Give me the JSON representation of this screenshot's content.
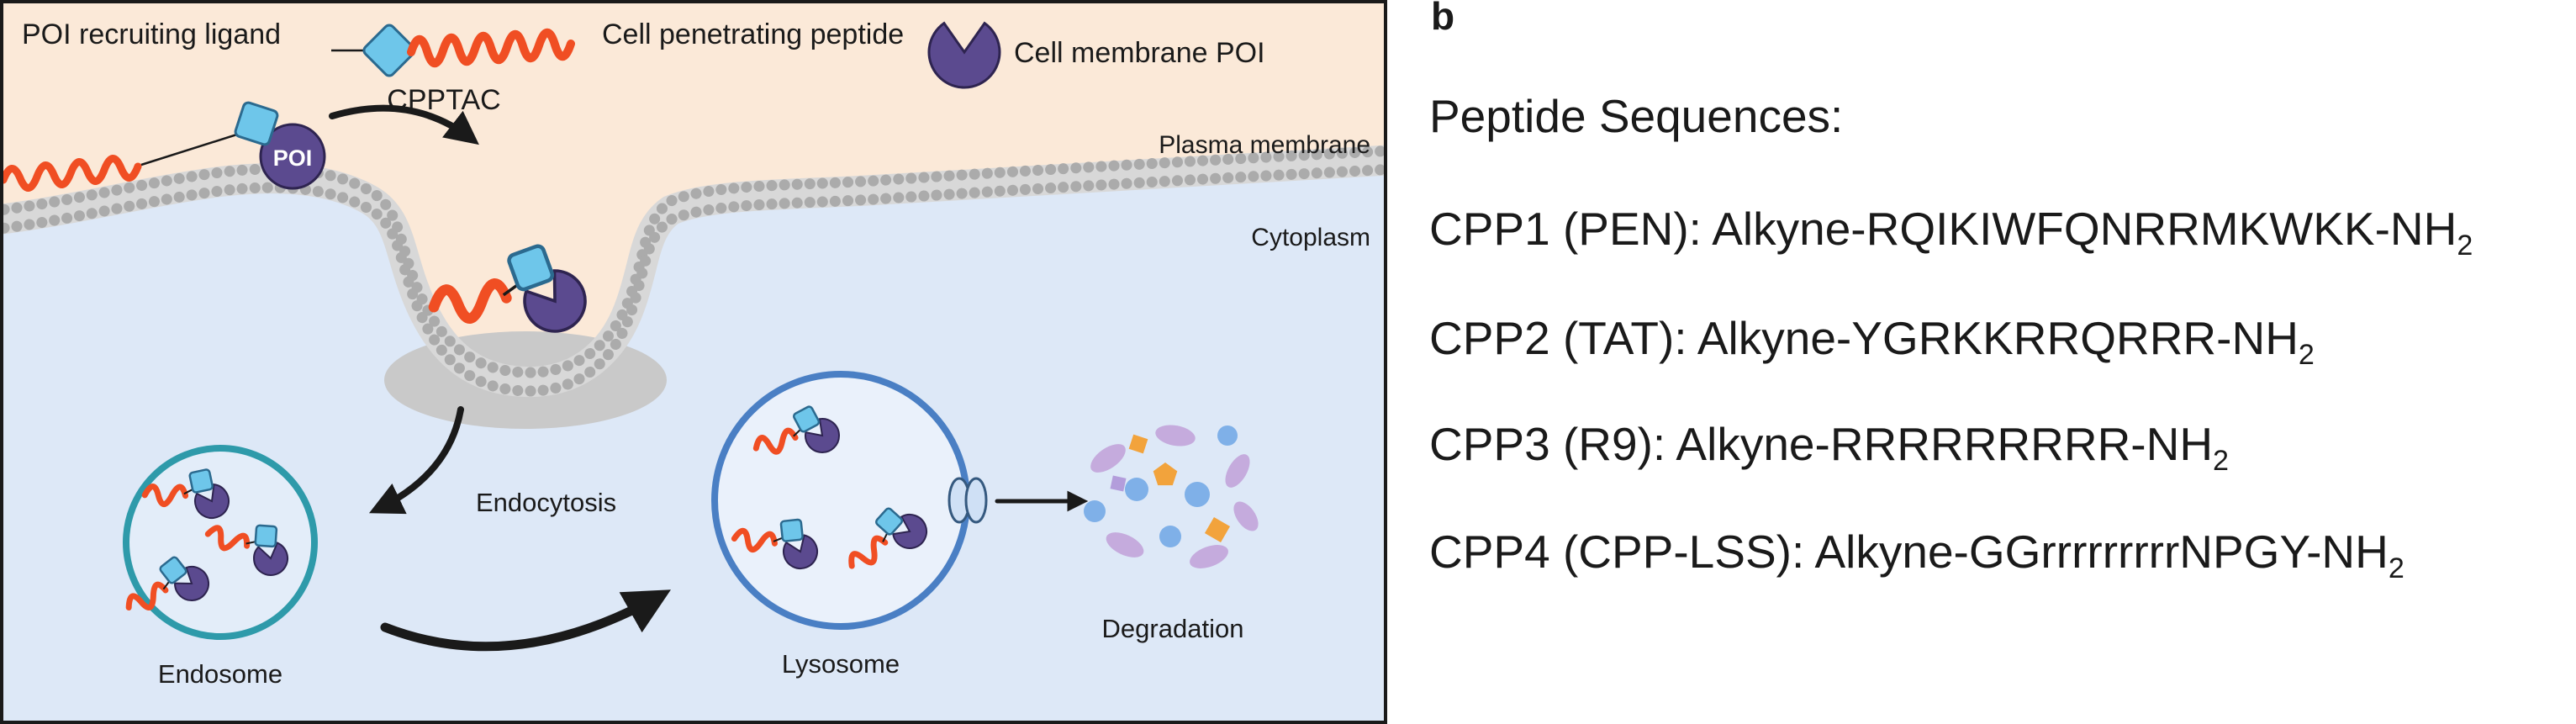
{
  "figure": {
    "panel_a": {
      "legend": {
        "ligand_label": "POI recruiting ligand",
        "cpp_label": "Cell penetrating peptide",
        "construct_label": "CPPTAC",
        "poi_label": "Cell membrane POI"
      },
      "labels": {
        "plasma_membrane": "Plasma membrane",
        "cytoplasm": "Cytoplasm",
        "endocytosis": "Endocytosis",
        "endosome": "Endosome",
        "lysosome": "Lysosome",
        "degradation": "Degradation",
        "poi": "POI"
      },
      "icons": {
        "ligand": "blue-diamond",
        "cpp": "orange-squiggle-peptide",
        "membrane_poi": "purple-pacman-protein",
        "membrane": "lipid-bilayer-bead-band",
        "transporter": "channel-lens-pair",
        "degradation_products": "scattered-fragments"
      },
      "colors": {
        "extracellular_bg": "#fbe9d8",
        "cytoplasm_bg": "#dde8f7",
        "membrane_band": "#d8d8d8",
        "membrane_beads": "#ababab",
        "cpp_orange": "#f04e23",
        "ligand_blue": "#6ec6ea",
        "ligand_blue_stroke": "#2b6a8f",
        "poi_purple": "#5b4a8f",
        "poi_purple_stroke": "#2e2450",
        "endosome_teal": "#2e9aaa",
        "lysosome_blue": "#4a7fc4",
        "fragment_purple": "#c5abdd",
        "fragment_blue": "#7fb0e8",
        "fragment_orange": "#f2a33c"
      }
    },
    "panel_b": {
      "panel_tag": "b",
      "heading": "Peptide Sequences:",
      "sequences": [
        {
          "text": "CPP1 (PEN): Alkyne-RQIKIWFQNRRMKWKK-NH",
          "sub": "2"
        },
        {
          "text": "CPP2 (TAT): Alkyne-YGRKKRRQRRR-NH",
          "sub": "2"
        },
        {
          "text": "CPP3 (R9): Alkyne-RRRRRRRRR-NH",
          "sub": "2"
        },
        {
          "text": "CPP4 (CPP-LSS): Alkyne-GGrrrrrrrrrNPGY-NH",
          "sub": "2"
        }
      ]
    }
  }
}
